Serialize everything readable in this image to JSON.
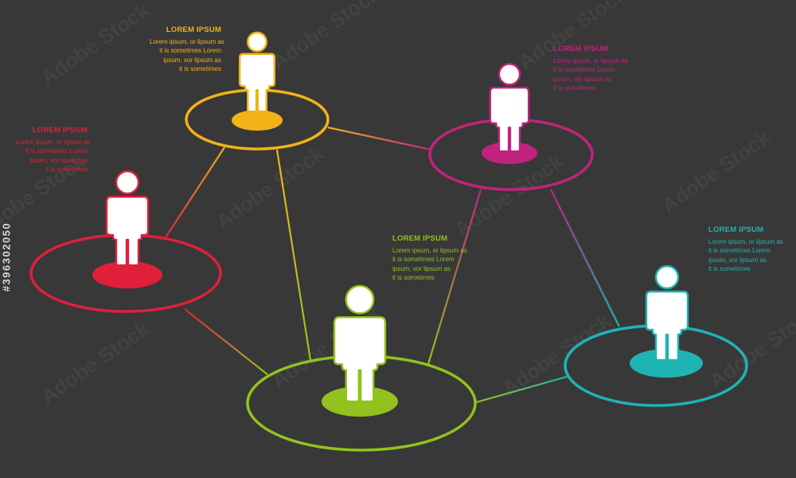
{
  "colors": {
    "background": "#383838",
    "figure": "#ffffff",
    "red": "#e0203a",
    "yellow": "#f2b318",
    "magenta": "#c0237e",
    "green": "#93c21e",
    "teal": "#1fb3b4"
  },
  "nodes": [
    {
      "id": "yellow",
      "color": "#f2b318",
      "icon": "person-icon",
      "caption": {
        "title": "LOREM IPSUM",
        "lines": [
          "Lorem ipsum, or lipsum as",
          "it is sometimes Lorem",
          "ipsum, vor lipsum as",
          "it is sometimes"
        ]
      }
    },
    {
      "id": "red",
      "color": "#e0203a",
      "icon": "person-icon",
      "caption": {
        "title": "LOREM IPSUM",
        "lines": [
          "Lorem ipsum, or lipsum as",
          "it is sometimes Lorem",
          "ipsum, vor lipsum as",
          "it is sometimes"
        ]
      }
    },
    {
      "id": "magenta",
      "color": "#c0237e",
      "icon": "person-icon",
      "caption": {
        "title": "LOREM IPSUM",
        "lines": [
          "Lorem ipsum, or lipsum as",
          "it is sometimes Lorem",
          "ipsum, vor lipsum as",
          "it is sometimes"
        ]
      }
    },
    {
      "id": "green",
      "color": "#93c21e",
      "icon": "person-icon",
      "caption": {
        "title": "LOREM IPSUM",
        "lines": [
          "Lorem ipsum, or lipsum as",
          "it is sometimes Lorem",
          "ipsum, vor lipsum as",
          "it is sometimes"
        ]
      }
    },
    {
      "id": "teal",
      "color": "#1fb3b4",
      "icon": "person-icon",
      "caption": {
        "title": "LOREM IPSUM",
        "lines": [
          "Lorem ipsum, or lipsum as",
          "it is sometimes Lorem",
          "ipsum, vor lipsum as",
          "it is sometimes"
        ]
      }
    }
  ],
  "connections": [
    {
      "from": "red",
      "to": "yellow"
    },
    {
      "from": "red",
      "to": "green"
    },
    {
      "from": "yellow",
      "to": "green"
    },
    {
      "from": "yellow",
      "to": "magenta"
    },
    {
      "from": "magenta",
      "to": "green"
    },
    {
      "from": "magenta",
      "to": "teal"
    },
    {
      "from": "green",
      "to": "teal"
    }
  ],
  "watermark": {
    "brand": "Adobe Stock",
    "side_id": "#396302050"
  }
}
